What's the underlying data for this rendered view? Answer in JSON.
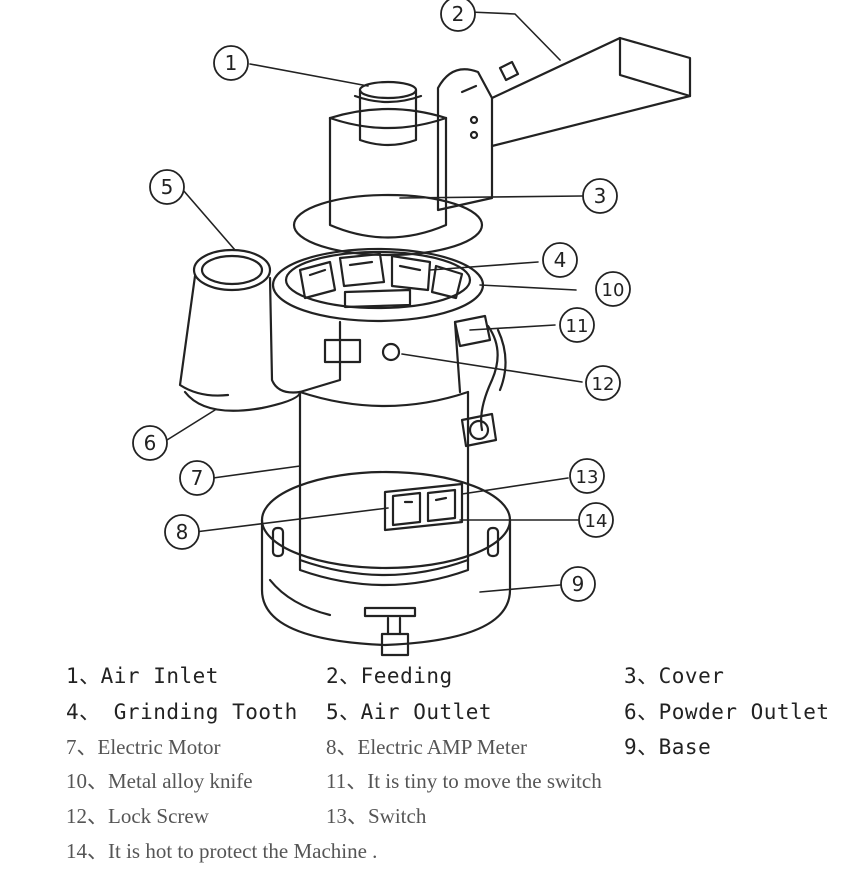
{
  "callouts": [
    {
      "number": "1"
    },
    {
      "number": "2"
    },
    {
      "number": "3"
    },
    {
      "number": "4"
    },
    {
      "number": "5"
    },
    {
      "number": "6"
    },
    {
      "number": "7"
    },
    {
      "number": "8"
    },
    {
      "number": "9"
    },
    {
      "number": "10"
    },
    {
      "number": "11"
    },
    {
      "number": "12"
    },
    {
      "number": "13"
    },
    {
      "number": "14"
    }
  ],
  "legend": [
    {
      "text": "1、Air Inlet"
    },
    {
      "text": "2、Feeding"
    },
    {
      "text": "3、Cover"
    },
    {
      "text": "4、 Grinding Tooth"
    },
    {
      "text": "5、Air Outlet"
    },
    {
      "text": "6、Powder Outlet"
    },
    {
      "text": "7、Electric Motor"
    },
    {
      "text": "8、Electric AMP Meter"
    },
    {
      "text": "9、Base"
    },
    {
      "text": "10、Metal alloy knife"
    },
    {
      "text": "11、It is tiny to move the switch"
    },
    {
      "text": "12、Lock Screw"
    },
    {
      "text": "13、Switch"
    },
    {
      "text": "14、It is hot to protect the Machine  ."
    }
  ]
}
